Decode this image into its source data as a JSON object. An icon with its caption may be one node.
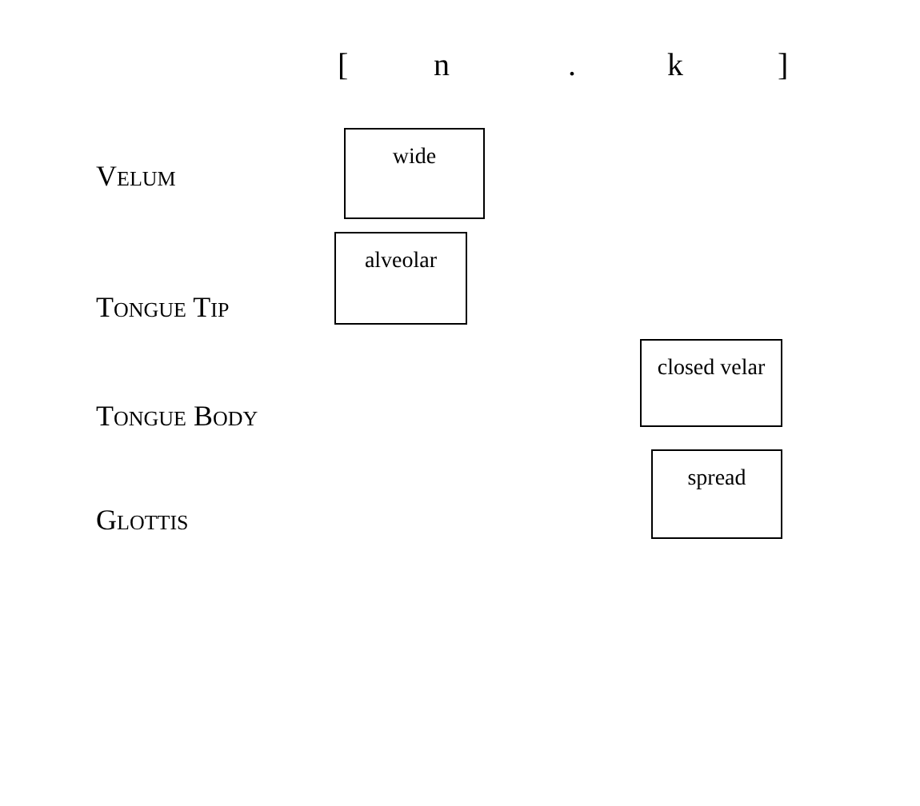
{
  "diagram": {
    "nodes": [
      {
        "text": [
          "wide"
        ]
      },
      {
        "text": [
          "alveolar"
        ]
      },
      {
        "text": [
          "closed velar"
        ]
      },
      {
        "text": [
          "spread"
        ]
      }
    ],
    "labels": [
      "[",
      "n",
      ".",
      "k",
      "]",
      "Velum",
      "Tongue Tip",
      "Tongue Body",
      "Glottis"
    ]
  }
}
